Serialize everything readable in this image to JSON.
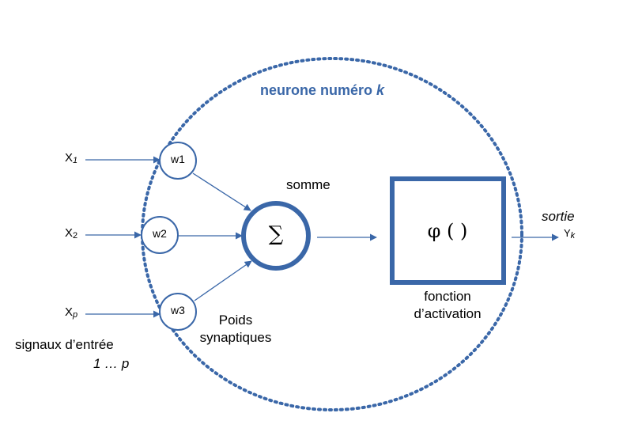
{
  "diagram": {
    "title_prefix": "neurone numéro",
    "title_var": "k",
    "inputs": [
      {
        "var": "X",
        "sub": "1"
      },
      {
        "var": "X",
        "sub": "2"
      },
      {
        "var": "X",
        "sub": "p"
      }
    ],
    "weights": [
      "w1",
      "w2",
      "w3"
    ],
    "sum_label": "somme",
    "sum_symbol": "∑",
    "activation_symbol": "φ ( )",
    "activation_label_line1": "fonction",
    "activation_label_line2": "d’activation",
    "output_label": "sortie",
    "output_var": "Y",
    "output_sub": "k",
    "weights_label_line1": "Poids",
    "weights_label_line2": "synaptiques",
    "inputs_label_line1": "signaux d’entrée",
    "inputs_label_line2": "1 … p",
    "colors": {
      "accent": "#3a67a8",
      "text": "#000000",
      "background": "#ffffff"
    }
  }
}
